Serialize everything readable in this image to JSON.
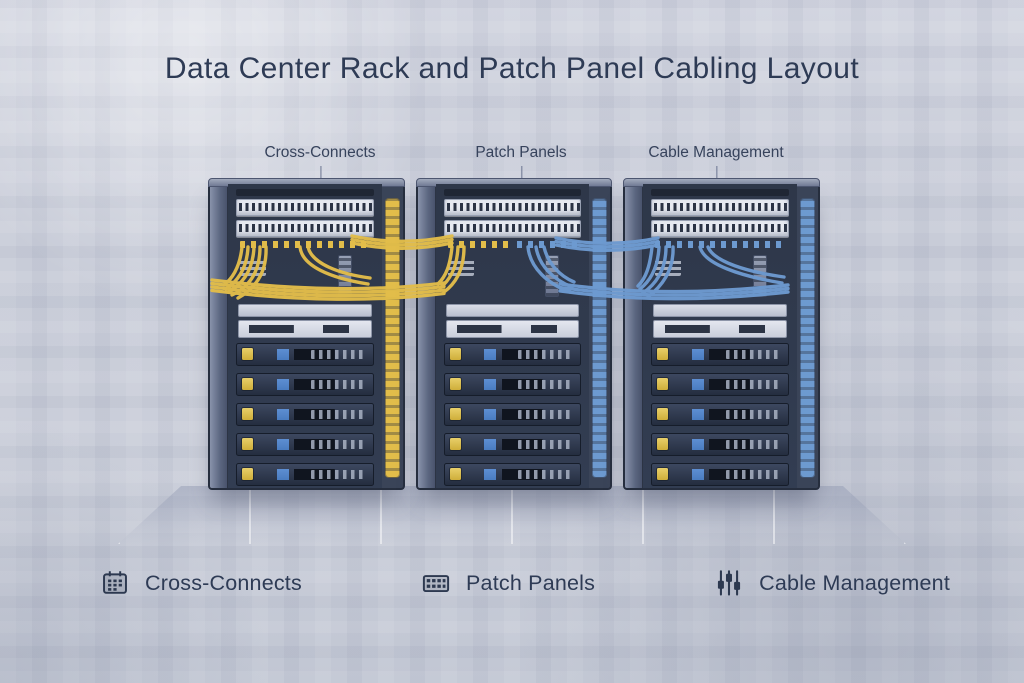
{
  "title": "Data Center Rack and Patch Panel Cabling Layout",
  "callouts": [
    {
      "label": "Cross-Connects"
    },
    {
      "label": "Patch Panels"
    },
    {
      "label": "Cable Management"
    }
  ],
  "legend": [
    {
      "label": "Cross-Connects",
      "icon": "grid-panel-icon"
    },
    {
      "label": "Patch Panels",
      "icon": "patch-panel-icon"
    },
    {
      "label": "Cable Management",
      "icon": "cables-icon"
    }
  ],
  "racks": [
    {
      "id": "rack-1",
      "cable_colors": [
        "yellow"
      ],
      "patch_panel_rows": 2,
      "server_units": 5
    },
    {
      "id": "rack-2",
      "cable_colors": [
        "yellow",
        "blue"
      ],
      "patch_panel_rows": 2,
      "server_units": 5
    },
    {
      "id": "rack-3",
      "cable_colors": [
        "blue"
      ],
      "patch_panel_rows": 2,
      "server_units": 5
    }
  ],
  "colors": {
    "cable_yellow": "#e2bd4a",
    "cable_blue": "#6d9ad0",
    "text_dark": "#2e3b55",
    "background": "#c9cdd8"
  }
}
